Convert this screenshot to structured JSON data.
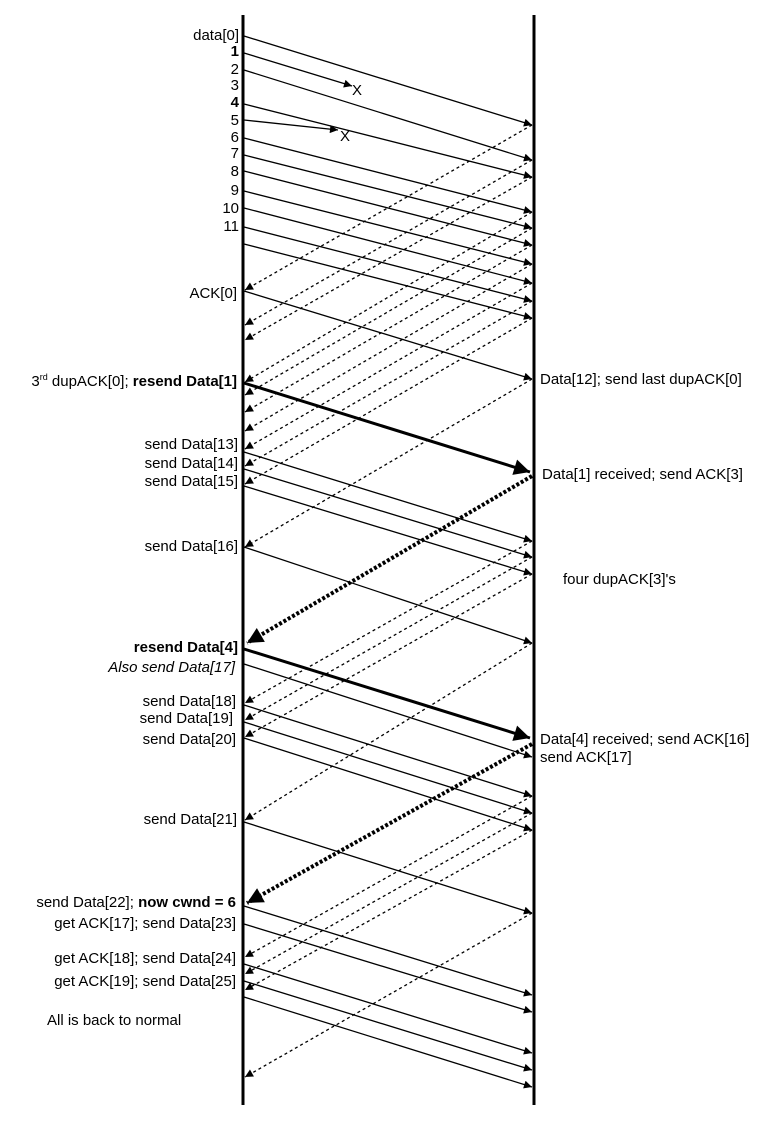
{
  "sender_labels": {
    "data0": "data[0]",
    "n1": "1",
    "n2": "2",
    "n3": "3",
    "n4": "4",
    "n5": "5",
    "n6": "6",
    "n7": "7",
    "n8": "8",
    "n9": "9",
    "n10": "10",
    "n11": "11",
    "ack0": "ACK[0]",
    "dup_sup": "rd",
    "dup_ordinal": "3",
    "dup_text": " dupACK[0]; ",
    "dup_bold": "resend Data[1]",
    "send13": "send Data[13]",
    "send14": "send Data[14]",
    "send15": "send Data[15]",
    "send16": "send Data[16]",
    "resend4": "resend Data[4]",
    "also17": "Also send Data[17]",
    "send18": "send Data[18]",
    "send19": "send Data[19]",
    "send20": "send Data[20]",
    "send21": "send Data[21]",
    "send22_text": "send Data[22]; ",
    "send22_bold": "now cwnd = 6",
    "get17": "get ACK[17]; send Data[23]",
    "get18": "get ACK[18]; send Data[24]",
    "get19": "get ACK[19]; send Data[25]",
    "normal": "All is back to normal"
  },
  "loss_marks": {
    "x1": "X",
    "x2": "X"
  },
  "receiver_labels": {
    "data12": "Data[12]; send last dupACK[0]",
    "data1": "Data[1] received; send ACK[3]",
    "four_dup": "four dupACK[3]'s",
    "data4": "Data[4] received; send ACK[16]",
    "ack17": "send ACK[17]"
  }
}
